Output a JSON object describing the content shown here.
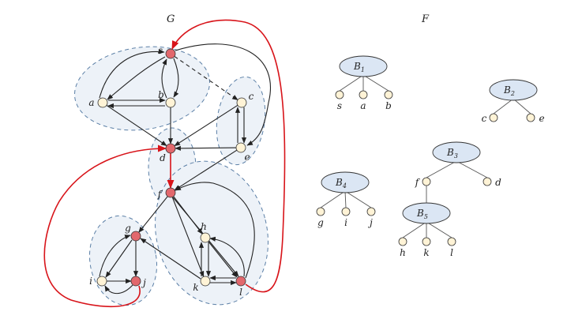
{
  "graph_title": "G",
  "forest_title": "F",
  "colors": {
    "blob_stroke": "#5b7fa6",
    "blob_fill": "#edf2f8",
    "node_plain": "#fff3d6",
    "node_red": "#e2686d",
    "edge": "#222222",
    "red_edge": "#d8141a",
    "tree_node_fill": "#dbe6f4",
    "leaf_fill": "#fff3d6"
  },
  "nodes": [
    {
      "id": "s",
      "label": "s",
      "red": true
    },
    {
      "id": "a",
      "label": "a",
      "red": false
    },
    {
      "id": "b",
      "label": "b",
      "red": false
    },
    {
      "id": "c",
      "label": "c",
      "red": false
    },
    {
      "id": "e",
      "label": "e",
      "red": false
    },
    {
      "id": "d",
      "label": "d",
      "red": true
    },
    {
      "id": "f",
      "label": "f",
      "red": true
    },
    {
      "id": "g",
      "label": "g",
      "red": true
    },
    {
      "id": "i",
      "label": "i",
      "red": false
    },
    {
      "id": "j",
      "label": "j",
      "red": true
    },
    {
      "id": "h",
      "label": "h",
      "red": false
    },
    {
      "id": "k",
      "label": "k",
      "red": false
    },
    {
      "id": "l",
      "label": "l",
      "red": true
    }
  ],
  "edges": [
    {
      "from": "s",
      "to": "a"
    },
    {
      "from": "a",
      "to": "s"
    },
    {
      "from": "s",
      "to": "b"
    },
    {
      "from": "b",
      "to": "s"
    },
    {
      "from": "a",
      "to": "b"
    },
    {
      "from": "b",
      "to": "a"
    },
    {
      "from": "s",
      "to": "c",
      "dashed": true
    },
    {
      "from": "a",
      "to": "d"
    },
    {
      "from": "b",
      "to": "d"
    },
    {
      "from": "c",
      "to": "d"
    },
    {
      "from": "c",
      "to": "e"
    },
    {
      "from": "e",
      "to": "c"
    },
    {
      "from": "e",
      "to": "d"
    },
    {
      "from": "s",
      "to": "e"
    },
    {
      "from": "d",
      "to": "f",
      "red": true
    },
    {
      "from": "e",
      "to": "f"
    },
    {
      "from": "f",
      "to": "g"
    },
    {
      "from": "f",
      "to": "h"
    },
    {
      "from": "f",
      "to": "k"
    },
    {
      "from": "f",
      "to": "l"
    },
    {
      "from": "l",
      "to": "f"
    },
    {
      "from": "g",
      "to": "i"
    },
    {
      "from": "i",
      "to": "g"
    },
    {
      "from": "g",
      "to": "j"
    },
    {
      "from": "i",
      "to": "j"
    },
    {
      "from": "j",
      "to": "i"
    },
    {
      "from": "h",
      "to": "k"
    },
    {
      "from": "k",
      "to": "h"
    },
    {
      "from": "h",
      "to": "l"
    },
    {
      "from": "l",
      "to": "h"
    },
    {
      "from": "k",
      "to": "l"
    },
    {
      "from": "l",
      "to": "k"
    },
    {
      "from": "k",
      "to": "g"
    },
    {
      "from": "l",
      "to": "s",
      "red": true
    },
    {
      "from": "j",
      "to": "d",
      "red": true
    }
  ],
  "forest": [
    {
      "id": "B1",
      "label": "B",
      "sub": "1",
      "leaves": [
        "s",
        "a",
        "b"
      ]
    },
    {
      "id": "B2",
      "label": "B",
      "sub": "2",
      "leaves": [
        "c",
        "e"
      ]
    },
    {
      "id": "B3",
      "label": "B",
      "sub": "3",
      "leaves": [
        "f",
        "d"
      ]
    },
    {
      "id": "B4",
      "label": "B",
      "sub": "4",
      "leaves": [
        "g",
        "i",
        "j"
      ]
    },
    {
      "id": "B5",
      "label": "B",
      "sub": "5",
      "leaves": [
        "h",
        "k",
        "l"
      ]
    }
  ]
}
